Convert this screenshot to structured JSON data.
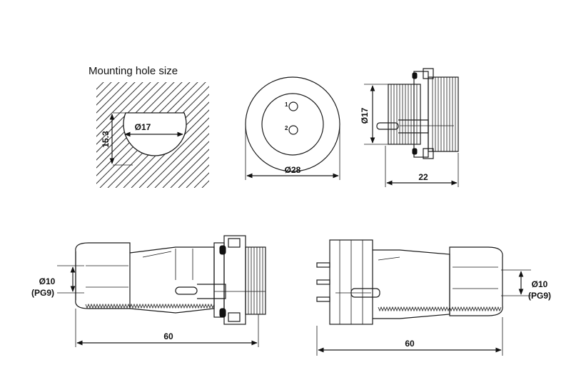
{
  "mounting_hole": {
    "title": "Mounting hole size",
    "diameter_label": "Ø17",
    "height_label": "15.3"
  },
  "front_view": {
    "diameter_label": "Ø28",
    "pins": [
      "1",
      "2"
    ]
  },
  "side_view": {
    "thread_diameter_label": "Ø17",
    "length_label": "22"
  },
  "plug_left": {
    "cable_diameter_label": "Ø10",
    "cable_gland_label": "(PG9)",
    "length_label": "60"
  },
  "plug_right": {
    "cable_diameter_label": "Ø10",
    "cable_gland_label": "(PG9)",
    "length_label": "60"
  }
}
